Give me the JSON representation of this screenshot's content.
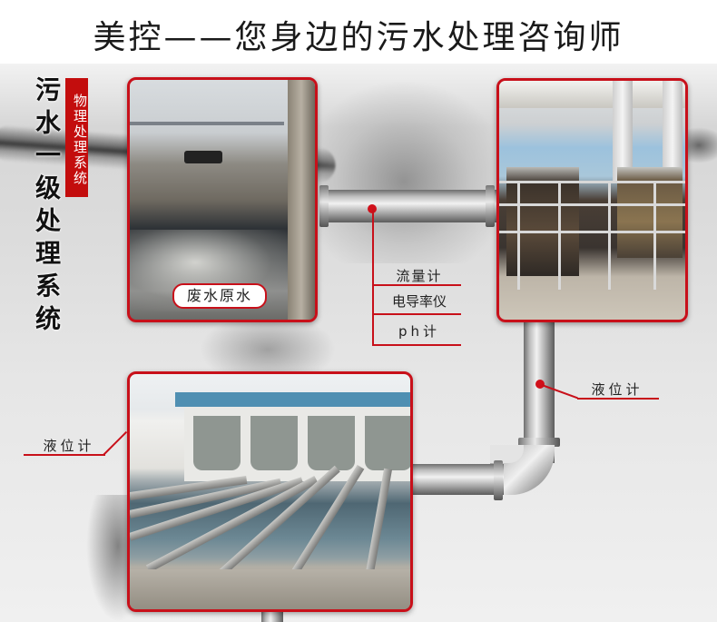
{
  "header": {
    "title": "美控——您身边的污水处理咨询师"
  },
  "side_title": {
    "main": "污水一级处理系统",
    "tag": "物理处理系统"
  },
  "photos": {
    "raw_water": {
      "label": "废水原水",
      "scene": "river-outfall-photo"
    },
    "screen": {
      "scene": "mechanical-bar-screen-photo"
    },
    "clarifier": {
      "scene": "sedimentation-tank-photo"
    }
  },
  "instruments": {
    "pipe_top": [
      "流量计",
      "电导率仪",
      "ph计"
    ],
    "pipe_vertical": "液位计",
    "tank_left": "液位计"
  },
  "colors": {
    "accent_red": "#c8101a",
    "tag_red": "#c30d0d",
    "title_text": "#1a1a1a"
  }
}
